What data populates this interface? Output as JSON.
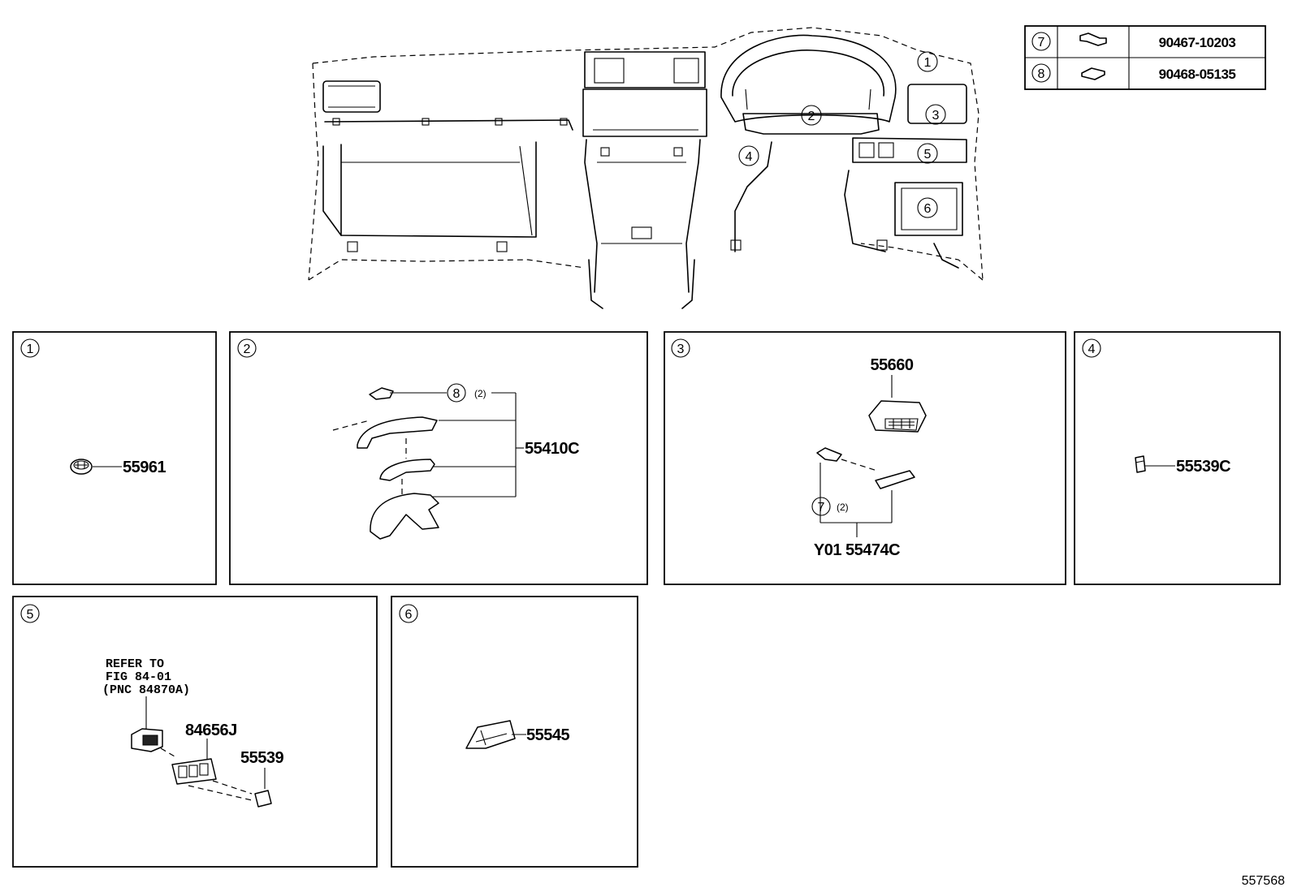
{
  "legend": [
    {
      "ref": "7",
      "part_no": "90467-10203"
    },
    {
      "ref": "8",
      "part_no": "90468-05135"
    }
  ],
  "overview_callouts": [
    "1",
    "2",
    "3",
    "4",
    "5",
    "6"
  ],
  "panels": {
    "p1": {
      "ref": "1",
      "part": "55961"
    },
    "p2": {
      "ref": "2",
      "clip_ref": "8",
      "qty": "(2)",
      "part": "55410C"
    },
    "p3": {
      "ref": "3",
      "part_top": "55660",
      "clip_ref": "7",
      "qty": "(2)",
      "part_bottom": "Y01 55474C"
    },
    "p4": {
      "ref": "4",
      "part": "55539C"
    },
    "p5": {
      "ref": "5",
      "note_1": "REFER TO",
      "note_2": "FIG 84-01",
      "note_3": "(PNC 84870A)",
      "part_a": "84656J",
      "part_b": "55539"
    },
    "p6": {
      "ref": "6",
      "part": "55545"
    }
  },
  "diagram_id": "557568"
}
